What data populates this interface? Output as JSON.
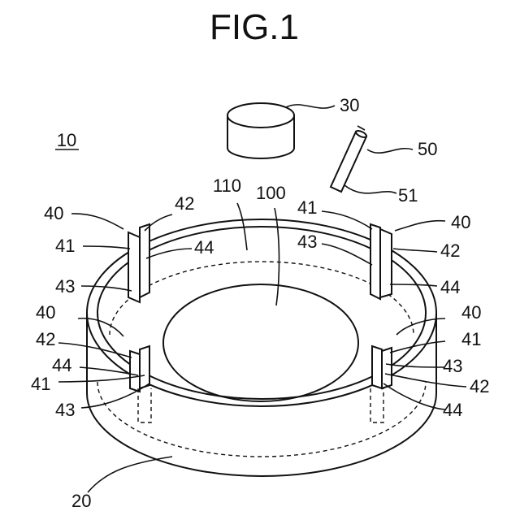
{
  "figure": {
    "title": "FIG.1",
    "labels": {
      "ref_10": "10",
      "ref_30": "30",
      "ref_50": "50",
      "ref_51": "51",
      "ref_110": "110",
      "ref_100": "100",
      "ref_20": "20",
      "tl_40": "40",
      "tl_41": "41",
      "tl_42": "42",
      "tl_44": "44",
      "tl_43": "43",
      "tr_41": "41",
      "tr_40": "40",
      "tr_43": "43",
      "tr_42": "42",
      "tr_44": "44",
      "bl_40": "40",
      "bl_42": "42",
      "bl_44": "44",
      "bl_41": "41",
      "bl_43": "43",
      "br_40": "40",
      "br_41": "41",
      "br_43": "43",
      "br_42": "42",
      "br_44": "44"
    }
  }
}
